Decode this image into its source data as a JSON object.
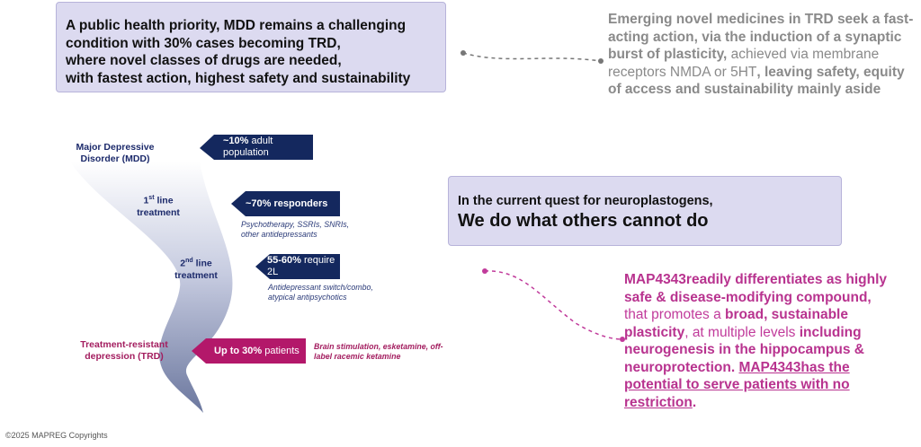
{
  "header_box": {
    "lines": [
      "A public health priority, MDD remains a challenging",
      "condition with 30% cases becoming TRD,",
      "where novel classes of drugs are needed,",
      "with fastest action, highest safety and sustainability"
    ]
  },
  "right_top": {
    "bold1": "Emerging novel medicines in TRD seek a fast-acting action, via the induction of a synaptic burst of plasticity,",
    "normal1": " achieved via membrane receptors NMDA or 5HT",
    "bold2": ", leaving safety, equity of access and sustainability mainly aside"
  },
  "quest_box": {
    "line1": "In the current quest for neuroplastogens,",
    "line2": "We do what others cannot do"
  },
  "map_text": {
    "b1": "MAP4343readily differentiates as highly safe & disease-modifying compound,",
    "n1": " that promotes a ",
    "b2": "broad, sustainable plasticity",
    "n2": ", at multiple levels ",
    "b3": "including neurogenesis in the hippocampus & neuroprotection.",
    "u1": "MAP4343has the potential to serve patients with no restriction",
    "end": "."
  },
  "funnel": {
    "mdd_label": "Major Depressive Disorder (MDD)",
    "first_line_pre": "1",
    "first_line_sup": "st",
    "first_line_post": " line",
    "first_line_2": "treatment",
    "second_line_pre": "2",
    "second_line_sup": "nd",
    "second_line_post": " line",
    "second_line_2": "treatment",
    "trd_label_1": "Treatment-resistant",
    "trd_label_2": "depression (TRD)"
  },
  "tags": {
    "mdd_bold": "~10%",
    "mdd_rest": " adult population",
    "first_bold": "~70% responders",
    "first_note": "Psychotherapy, SSRIs, SNRIs, other antidepressants",
    "second_bold": "55-60%",
    "second_rest": " require 2L",
    "second_note": "Antidepressant switch/combo, atypical antipsychotics",
    "trd_bold": "Up to 30%",
    "trd_rest": " patients",
    "trd_note": "Brain stimulation, esketamine, off-label racemic ketamine"
  },
  "colors": {
    "navy": "#14285e",
    "magenta": "#b3186a",
    "box": "#dcdaf0",
    "pink_text": "#c13b9b",
    "grey_text": "#8a8a8a"
  },
  "copyright": "©2025 MAPREG Copyrights"
}
